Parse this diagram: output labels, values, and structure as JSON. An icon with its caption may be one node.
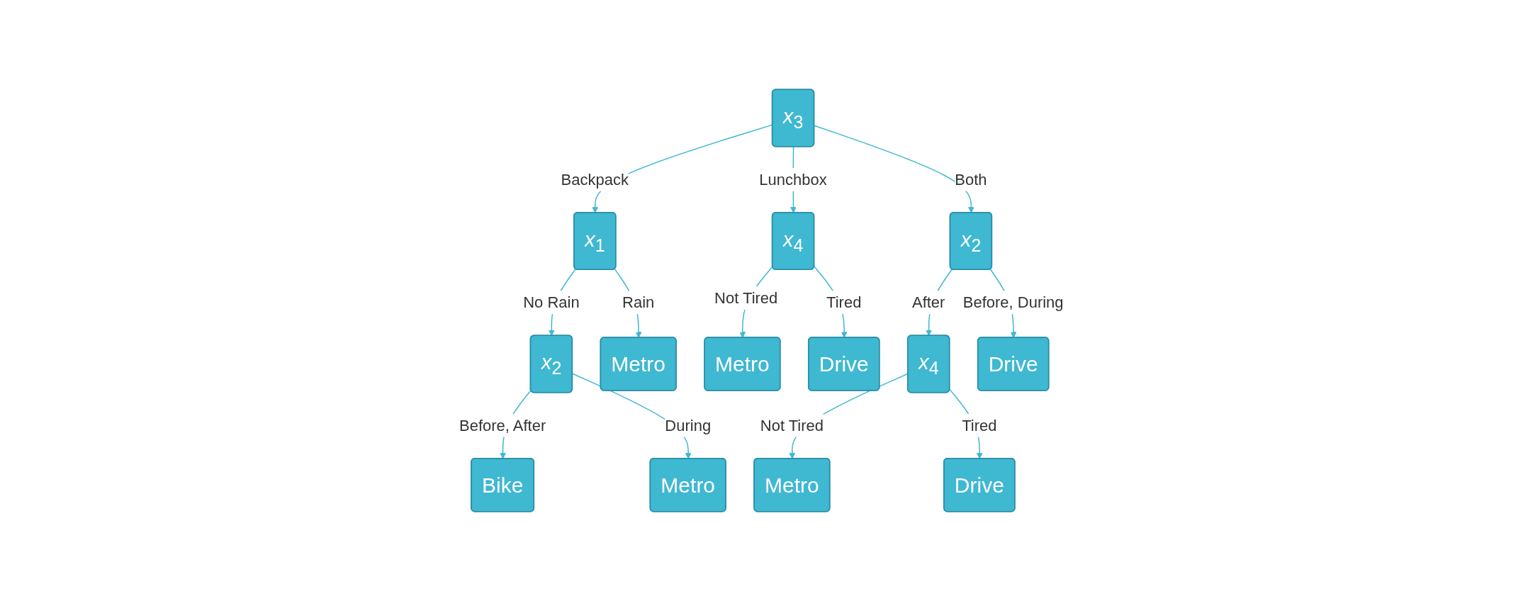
{
  "diagram": {
    "nodes": [
      {
        "text": [
          "*x*$_{3}$"
        ]
      },
      {
        "text": [
          "*x*$_{1}$"
        ]
      },
      {
        "text": [
          "*x*$_{2}$"
        ]
      },
      {
        "text": [
          "*x*$_{4}$"
        ]
      },
      {
        "text": [
          "*x*$_{2}$"
        ]
      },
      {
        "text": [
          "Metro"
        ]
      },
      {
        "text": [
          "Metro"
        ]
      },
      {
        "text": [
          "Drive"
        ]
      },
      {
        "text": [
          "Bike"
        ]
      },
      {
        "text": [
          "Metro"
        ]
      },
      {
        "text": [
          "*x*$_{4}$"
        ]
      },
      {
        "text": [
          "Drive"
        ]
      },
      {
        "text": [
          "Metro"
        ]
      },
      {
        "text": [
          "Drive"
        ]
      }
    ],
    "edges": [
      {
        "from": 0,
        "to": 1,
        "arrow": "to",
        "label": "Backpack"
      },
      {
        "from": 0,
        "to": 2,
        "arrow": "to",
        "label": "Both"
      },
      {
        "from": 0,
        "to": 3,
        "arrow": "to",
        "label": "Lunchbox"
      },
      {
        "from": 1,
        "to": 4,
        "arrow": "to",
        "label": "No Rain"
      },
      {
        "from": 1,
        "to": 5,
        "arrow": "to",
        "label": "Rain"
      },
      {
        "from": 3,
        "to": 6,
        "arrow": "to",
        "label": "Not Tired"
      },
      {
        "from": 3,
        "to": 7,
        "arrow": "to",
        "label": "Tired"
      },
      {
        "from": 4,
        "to": 8,
        "arrow": "to",
        "label": "Before, After"
      },
      {
        "from": 4,
        "to": 9,
        "arrow": "to",
        "label": "During"
      },
      {
        "from": 2,
        "to": 10,
        "arrow": "to",
        "label": "After"
      },
      {
        "from": 2,
        "to": 11,
        "arrow": "to",
        "label": "Before, During"
      },
      {
        "from": 10,
        "to": 12,
        "arrow": "to",
        "label": "Not Tired"
      },
      {
        "from": 10,
        "to": 13,
        "arrow": "to",
        "label": "Tired"
      }
    ]
  }
}
